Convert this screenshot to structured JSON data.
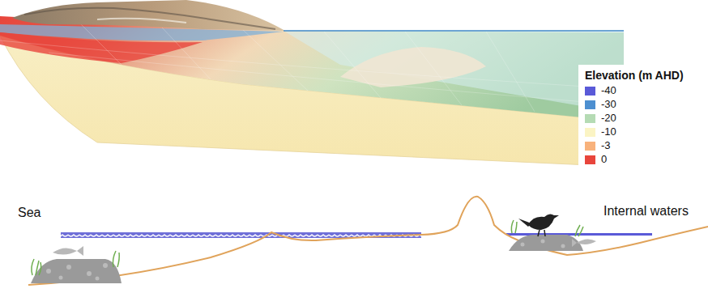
{
  "diagram": {
    "labels": [
      "Elevation (m AHD)",
      "Sea",
      "Internal waters"
    ],
    "legend": [
      {
        "text": "-40",
        "color": "#5a5ad8"
      },
      {
        "text": "-30",
        "color": "#4d8fd0"
      },
      {
        "text": "-20",
        "color": "#b5dbb4"
      },
      {
        "text": "-10",
        "color": "#fbf4c4"
      },
      {
        "text": "-3",
        "color": "#f8b27c"
      },
      {
        "text": "0",
        "color": "#e8453c"
      }
    ]
  }
}
